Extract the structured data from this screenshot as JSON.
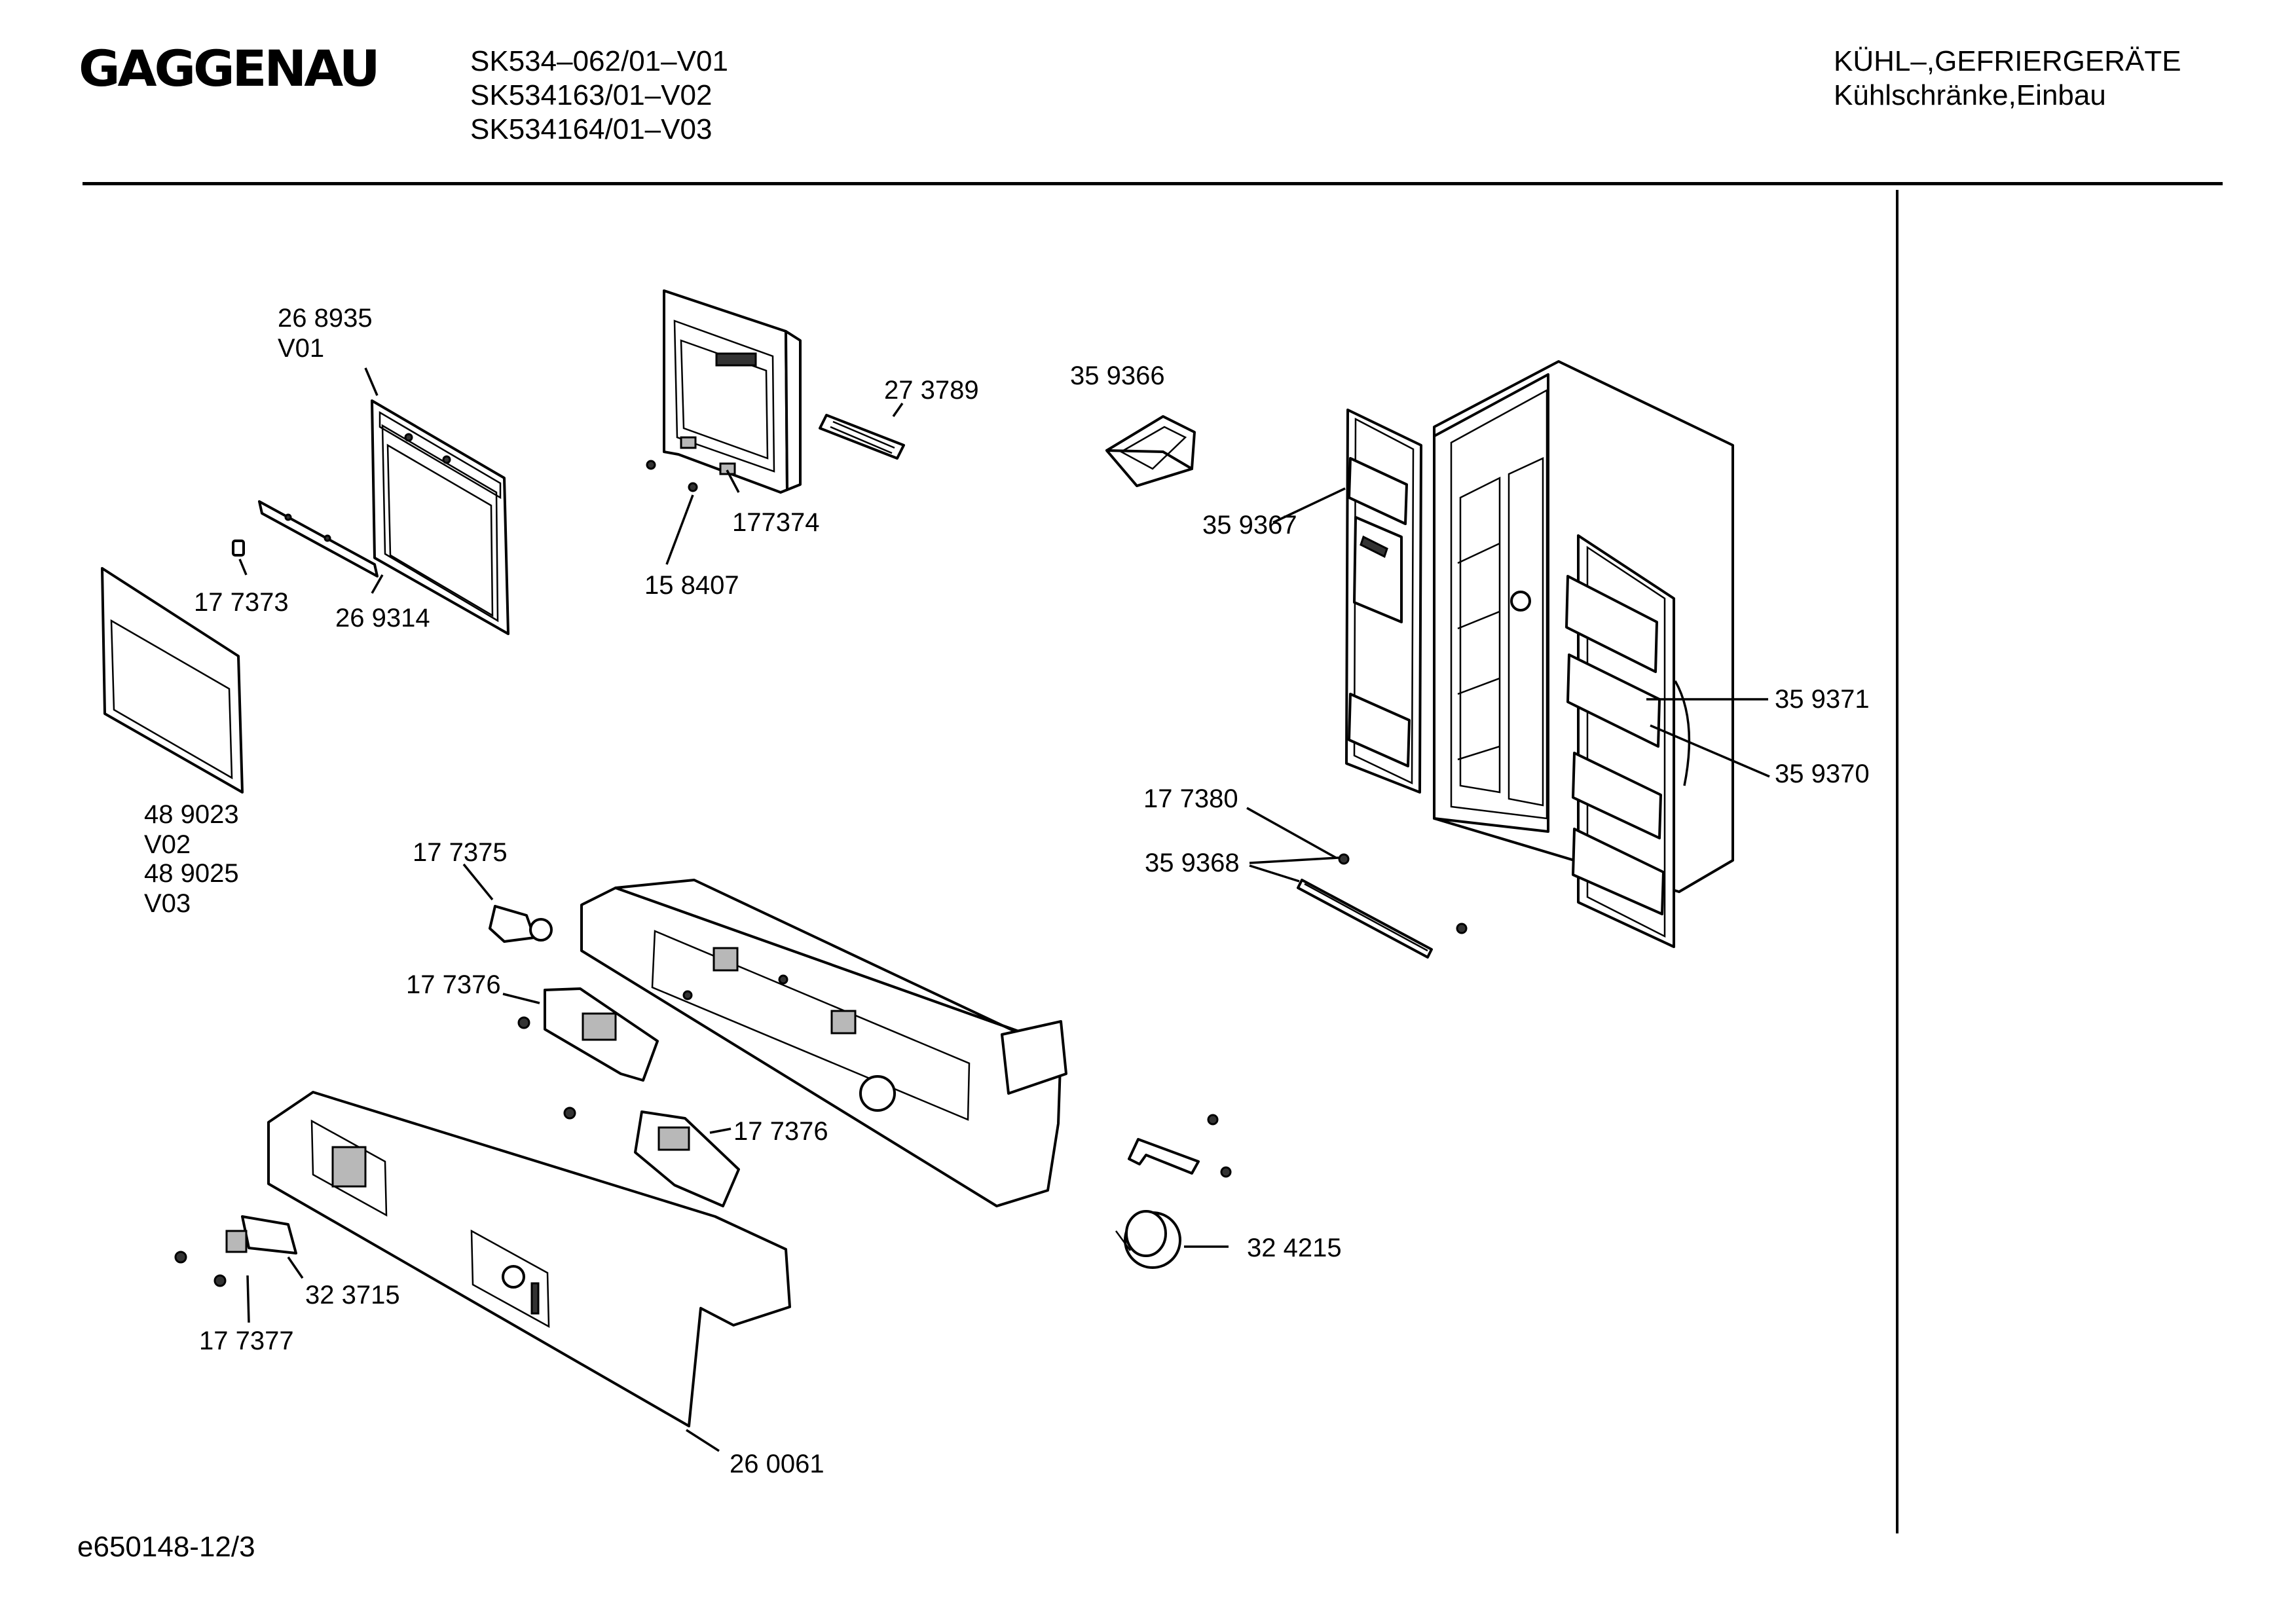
{
  "header": {
    "brand": "GAGGENAU",
    "models": [
      "SK534–062/01–V01",
      "SK534163/01–V02",
      "SK534164/01–V03"
    ],
    "category_line1": "KÜHL–,GEFRIERGERÄTE",
    "category_line2": "Kühlschränke,Einbau"
  },
  "footer": {
    "drawing_id": "e650148-12/3"
  },
  "parts": [
    {
      "id": "p268935",
      "label": "26 8935"
    },
    {
      "id": "v01",
      "label": "V01"
    },
    {
      "id": "p269314",
      "label": "26 9314"
    },
    {
      "id": "p177373",
      "label": "17 7373"
    },
    {
      "id": "p489023",
      "label": "48 9023"
    },
    {
      "id": "v02",
      "label": "V02"
    },
    {
      "id": "p489025",
      "label": "48 9025"
    },
    {
      "id": "v03",
      "label": "V03"
    },
    {
      "id": "p273789",
      "label": "27 3789"
    },
    {
      "id": "p177374",
      "label": "177374"
    },
    {
      "id": "p158407",
      "label": "15 8407"
    },
    {
      "id": "p359366",
      "label": "35 9366"
    },
    {
      "id": "p359367",
      "label": "35 9367"
    },
    {
      "id": "p359371",
      "label": "35 9371"
    },
    {
      "id": "p359370",
      "label": "35 9370"
    },
    {
      "id": "p177380",
      "label": "17 7380"
    },
    {
      "id": "p359368",
      "label": "35 9368"
    },
    {
      "id": "p177375",
      "label": "17 7375"
    },
    {
      "id": "p177376a",
      "label": "17 7376"
    },
    {
      "id": "p177376b",
      "label": "17 7376"
    },
    {
      "id": "p324215",
      "label": "32 4215"
    },
    {
      "id": "p323715",
      "label": "32 3715"
    },
    {
      "id": "p177377",
      "label": "17 7377"
    },
    {
      "id": "p260061",
      "label": "26 0061"
    }
  ]
}
